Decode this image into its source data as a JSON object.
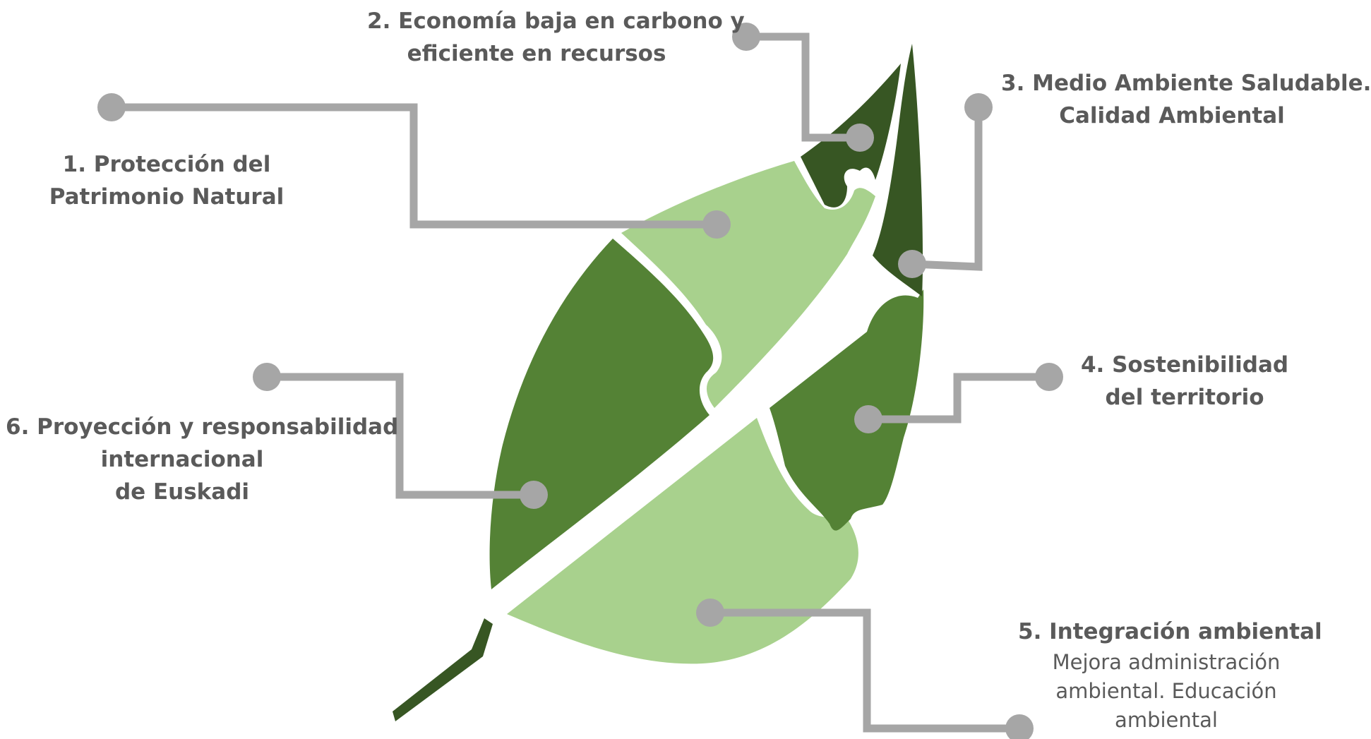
{
  "colors": {
    "leaf_light": "#a8d18d",
    "leaf_medium": "#548235",
    "leaf_dark": "#375623",
    "connector_gray": "#a6a6a6",
    "text_gray": "#5a5a5a"
  },
  "items": [
    {
      "id": 1,
      "title_lines": [
        "1. Protección del",
        "Patrimonio Natural"
      ],
      "desc_lines": []
    },
    {
      "id": 2,
      "title_lines": [
        "2. Economía baja en carbono y",
        "eficiente en recursos"
      ],
      "desc_lines": []
    },
    {
      "id": 3,
      "title_lines": [
        "3. Medio Ambiente Saludable.",
        "Calidad Ambiental"
      ],
      "desc_lines": []
    },
    {
      "id": 4,
      "title_lines": [
        "4. Sostenibilidad",
        "del territorio"
      ],
      "desc_lines": []
    },
    {
      "id": 5,
      "title_lines": [
        "5. Integración ambiental"
      ],
      "desc_lines": [
        "Mejora administración",
        "ambiental. Educación",
        "ambiental"
      ]
    },
    {
      "id": 6,
      "title_lines": [
        "6. Proyección y responsabilidad",
        "internacional",
        "de Euskadi"
      ],
      "desc_lines": []
    }
  ]
}
